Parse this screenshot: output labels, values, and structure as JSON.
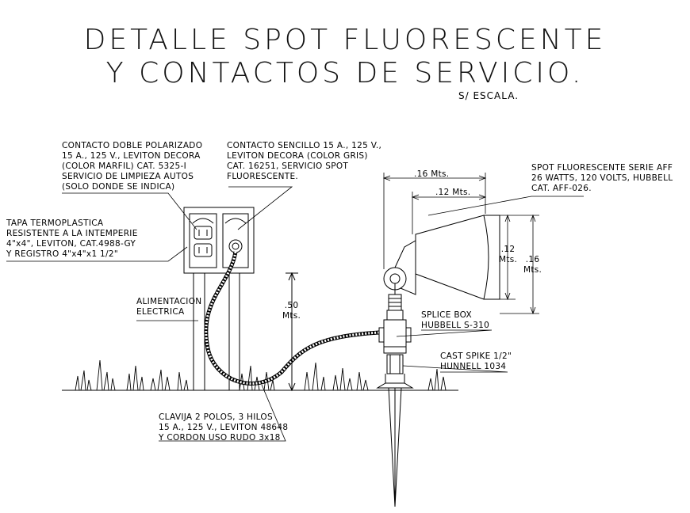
{
  "title": {
    "line1": "DETALLE SPOT FLUORESCENTE",
    "line2": "Y CONTACTOS DE SERVICIO."
  },
  "scale": "S/ ESCALA.",
  "labels": {
    "contacto_doble": "CONTACTO DOBLE POLARIZADO\n15 A., 125 V., LEVITON DECORA\n(COLOR MARFIL) CAT. 5325-I\nSERVICIO DE LIMPIEZA AUTOS\n(SOLO DONDE SE INDICA)",
    "contacto_sencillo": "CONTACTO SENCILLO 15 A., 125 V.,\nLEVITON DECORA (COLOR GRIS)\nCAT. 16251, SERVICIO SPOT\nFLUORESCENTE.",
    "tapa": "TAPA TERMOPLASTICA\nRESISTENTE A LA INTEMPERIE\n4\"x4\", LEVITON, CAT.4988-GY\nY REGISTRO 4\"x4\"x1 1/2\"",
    "alimentacion": "ALIMENTACION\nELECTRICA",
    "clavija": "CLAVIJA 2 POLOS, 3 HILOS\n15 A., 125 V., LEVITON 48648\nY CORDON USO RUDO 3x18",
    "spot": "SPOT FLUORESCENTE SERIE AFF\n26 WATTS, 120 VOLTS, HUBBELL\nCAT. AFF-026.",
    "splice": "SPLICE BOX\nHUBBELL S-310",
    "spike": "CAST SPIKE 1/2\"\nHUNNELL 1034"
  },
  "dimensions": {
    "width_16": ".16 Mts.",
    "width_12": ".12 Mts.",
    "height_12": ".12\nMts.",
    "height_16": ".16\nMts.",
    "height_50": ".50\nMts."
  }
}
